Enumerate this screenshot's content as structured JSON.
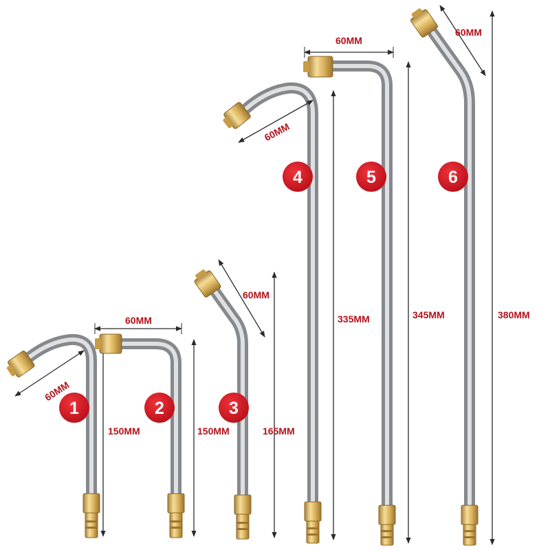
{
  "colors": {
    "background": "#ffffff",
    "badge": "#d7151f",
    "dimension_text": "#b3121b",
    "dimension_line": "#2a2a2a",
    "steel": "#b9bcc0",
    "brass": "#d9b25c"
  },
  "products": [
    {
      "number": "1",
      "length_label": "150MM",
      "tip_label": "60MM",
      "tip_style": "curved-angled"
    },
    {
      "number": "2",
      "length_label": "150MM",
      "tip_label": "60MM",
      "tip_style": "right-angle"
    },
    {
      "number": "3",
      "length_label": "165MM",
      "tip_label": "60MM",
      "tip_style": "slight-angle"
    },
    {
      "number": "4",
      "length_label": "335MM",
      "tip_label": "60MM",
      "tip_style": "curved-angled"
    },
    {
      "number": "5",
      "length_label": "345MM",
      "tip_label": "60MM",
      "tip_style": "right-angle"
    },
    {
      "number": "6",
      "length_label": "380MM",
      "tip_label": "60MM",
      "tip_style": "slight-angle"
    }
  ]
}
